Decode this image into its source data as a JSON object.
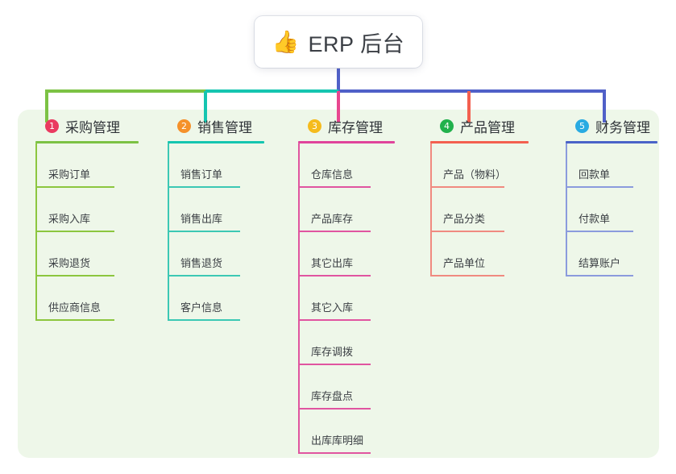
{
  "title": {
    "icon": "thumbs-up-icon",
    "emoji": "👍",
    "text": "ERP 后台"
  },
  "theme": {
    "panel_bg": "#eef7e9",
    "page_bg": "#ffffff",
    "card_bg": "#ffffff",
    "title_text": "#3b3f45",
    "bus_green": "#7cc244",
    "bus_teal": "#15c5b0",
    "bus_blue": "#5060c8"
  },
  "columns": [
    {
      "number": "1",
      "title": "采购管理",
      "badge_color": "#ea3a60",
      "rule_color": "#7cc244",
      "line_color": "#8cc63f",
      "drop_color": "#7cc244",
      "items": [
        {
          "label": "采购订单"
        },
        {
          "label": "采购入库"
        },
        {
          "label": "采购退货"
        },
        {
          "label": "供应商信息"
        }
      ]
    },
    {
      "number": "2",
      "title": "销售管理",
      "badge_color": "#f5912a",
      "rule_color": "#15c5b0",
      "line_color": "#3cc8b4",
      "drop_color": "#15c5b0",
      "items": [
        {
          "label": "销售订单"
        },
        {
          "label": "销售出库"
        },
        {
          "label": "销售退货"
        },
        {
          "label": "客户信息"
        }
      ]
    },
    {
      "number": "3",
      "title": "库存管理",
      "badge_color": "#f5bb1d",
      "rule_color": "#e0449b",
      "line_color": "#e055a0",
      "drop_color": "#e8468f",
      "items": [
        {
          "label": "仓库信息"
        },
        {
          "label": "产品库存"
        },
        {
          "label": "其它出库"
        },
        {
          "label": "其它入库"
        },
        {
          "label": "库存调拨"
        },
        {
          "label": "库存盘点"
        },
        {
          "label": "出库库明细"
        }
      ]
    },
    {
      "number": "4",
      "title": "产品管理",
      "badge_color": "#21b14c",
      "rule_color": "#f3604f",
      "line_color": "#f08a80",
      "drop_color": "#f3604f",
      "items": [
        {
          "label": "产品（物料）"
        },
        {
          "label": "产品分类"
        },
        {
          "label": "产品单位"
        }
      ]
    },
    {
      "number": "5",
      "title": "财务管理",
      "badge_color": "#29abe2",
      "rule_color": "#4a63c8",
      "line_color": "#8b9bdd",
      "drop_color": "#5060c8",
      "items": [
        {
          "label": "回款单"
        },
        {
          "label": "付款单"
        },
        {
          "label": "结算账户"
        }
      ]
    }
  ]
}
